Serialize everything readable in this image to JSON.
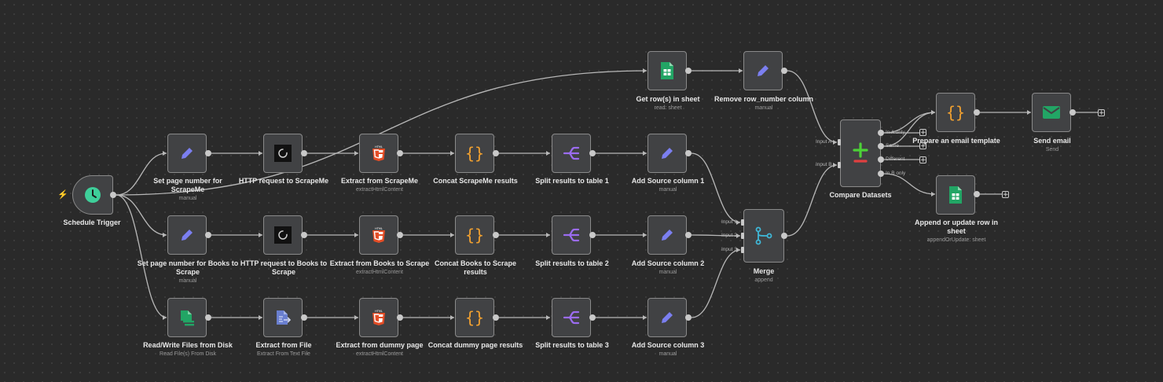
{
  "canvas": {
    "title": "Workflow canvas"
  },
  "nodes": {
    "schedule": {
      "title": "Schedule Trigger",
      "icon": "clock-icon"
    },
    "set_page_scrapeme": {
      "title": "Set page number for ScrapeMe",
      "sub": "manual",
      "icon": "pencil-icon"
    },
    "http_scrapeme": {
      "title": "HTTP request to ScrapeMe",
      "icon": "http-icon"
    },
    "extract_scrapeme": {
      "title": "Extract from ScrapeMe",
      "sub": "extractHtmlContent",
      "icon": "html5-icon"
    },
    "concat_scrapeme": {
      "title": "Concat ScrapeMe results",
      "icon": "braces-icon"
    },
    "split_1": {
      "title": "Split results to table 1",
      "icon": "split-icon"
    },
    "add_source_1": {
      "title": "Add Source column 1",
      "sub": "manual",
      "icon": "pencil-icon"
    },
    "set_page_books": {
      "title": "Set page number for Books to Scrape",
      "sub": "manual",
      "icon": "pencil-icon"
    },
    "http_books": {
      "title": "HTTP request to Books to Scrape",
      "icon": "http-icon"
    },
    "extract_books": {
      "title": "Extract from Books to Scrape",
      "sub": "extractHtmlContent",
      "icon": "html5-icon"
    },
    "concat_books": {
      "title": "Concat Books to Scrape results",
      "icon": "braces-icon"
    },
    "split_2": {
      "title": "Split results to table 2",
      "icon": "split-icon"
    },
    "add_source_2": {
      "title": "Add Source column 2",
      "sub": "manual",
      "icon": "pencil-icon"
    },
    "read_write": {
      "title": "Read/Write Files from Disk",
      "sub": "Read File(s) From Disk",
      "icon": "file-disk-icon"
    },
    "extract_file": {
      "title": "Extract from File",
      "sub": "Extract From Text File",
      "icon": "file-extract-icon"
    },
    "extract_dummy": {
      "title": "Extract from dummy page",
      "sub": "extractHtmlContent",
      "icon": "html5-icon"
    },
    "concat_dummy": {
      "title": "Concat dummy page results",
      "icon": "braces-icon"
    },
    "split_3": {
      "title": "Split results to table 3",
      "icon": "split-icon"
    },
    "add_source_3": {
      "title": "Add Source column 3",
      "sub": "manual",
      "icon": "pencil-icon"
    },
    "get_rows": {
      "title": "Get row(s) in sheet",
      "sub": "read: sheet",
      "icon": "sheets-icon"
    },
    "remove_col": {
      "title": "Remove row_number column",
      "sub": "manual",
      "icon": "pencil-icon"
    },
    "merge": {
      "title": "Merge",
      "sub": "append",
      "icon": "merge-icon"
    },
    "compare": {
      "title": "Compare Datasets",
      "icon": "compare-icon"
    },
    "prepare_email": {
      "title": "Prepare an email template",
      "icon": "braces-icon"
    },
    "send_email": {
      "title": "Send email",
      "sub": "Send",
      "icon": "mail-icon"
    },
    "append_update": {
      "title": "Append or update row in sheet",
      "sub": "appendOrUpdate: sheet",
      "icon": "sheets-icon"
    }
  },
  "ports": {
    "merge_in": [
      "Input 1",
      "Input 2",
      "Input 3"
    ],
    "compare_in": [
      "Input A",
      "Input B"
    ],
    "compare_out": [
      "In A only",
      "Same",
      "Different",
      "In B only"
    ],
    "add": "+"
  },
  "colors": {
    "accent_purple": "#7b7ff0",
    "html_orange": "#e44d26",
    "braces_orange": "#f0a030",
    "sheets_green": "#22a565",
    "clock_teal": "#3ecf9a",
    "merge_cyan": "#3fb8d8",
    "plus_green": "#4cd137",
    "minus_red": "#e04040"
  }
}
